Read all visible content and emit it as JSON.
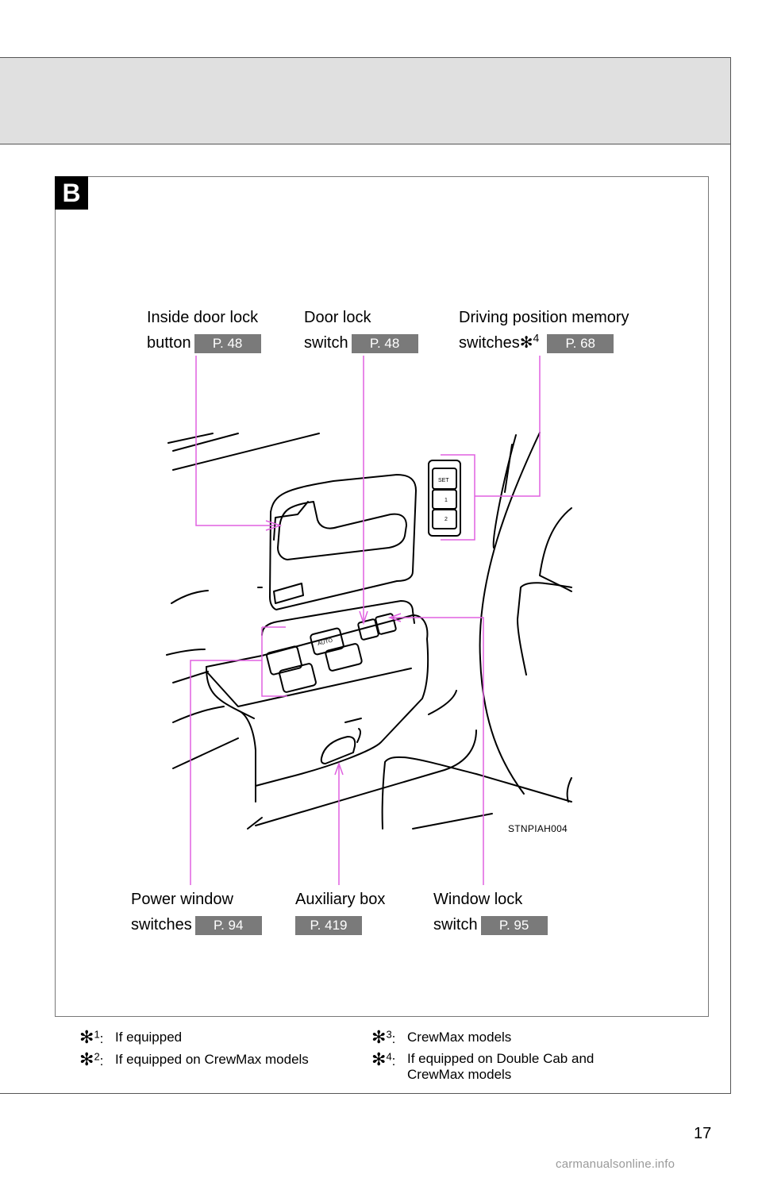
{
  "section": {
    "badge": "B"
  },
  "callouts": {
    "inside_door_lock": {
      "line1": "Inside door lock",
      "line2": "button",
      "page_ref": "P. 48"
    },
    "door_lock": {
      "line1": "Door lock",
      "line2": "switch",
      "page_ref": "P. 48"
    },
    "driving_position": {
      "line1": "Driving position memory",
      "line2": "switches",
      "mark": "✻",
      "mark_num": "4",
      "page_ref": "P. 68"
    },
    "power_window": {
      "line1": "Power window",
      "line2": "switches",
      "page_ref": "P. 94"
    },
    "auxiliary_box": {
      "line1": "Auxiliary box",
      "page_ref": "P. 419"
    },
    "window_lock": {
      "line1": "Window lock",
      "line2": "switch",
      "page_ref": "P. 95"
    }
  },
  "figure": {
    "code": "STNPIAH004",
    "switch_labels": [
      "SET",
      "1",
      "2"
    ],
    "auto_label": "AUTO"
  },
  "footnotes": [
    {
      "mark": "✻",
      "num": "1",
      "text": "If equipped"
    },
    {
      "mark": "✻",
      "num": "2",
      "text": "If equipped on CrewMax models"
    },
    {
      "mark": "✻",
      "num": "3",
      "text": "CrewMax models"
    },
    {
      "mark": "✻",
      "num": "4",
      "text": "If equipped on Double Cab and CrewMax models"
    }
  ],
  "page": {
    "number": "17",
    "watermark": "carmanualsonline.info"
  },
  "colors": {
    "callout_line": "#e060e0",
    "page_ref_bg": "#7a7a7a",
    "header_band": "#e0e0e0"
  }
}
